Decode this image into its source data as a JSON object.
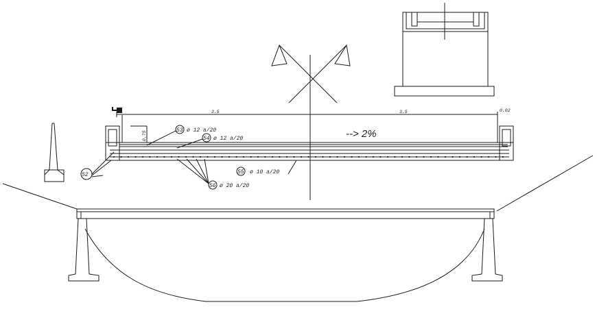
{
  "dimensions": {
    "left_span": "3.5",
    "right_span": "3.5",
    "edge": "0.02",
    "curb_height": "0.75"
  },
  "slope_label": "--> 2%",
  "rebar": {
    "r53": {
      "tag": "53",
      "text": "ø 12 a/20"
    },
    "r54": {
      "tag": "54",
      "text": "ø 12 a/20"
    },
    "r55": {
      "tag": "55",
      "text": "ø 10 a/20"
    },
    "r56": {
      "tag": "56",
      "text": "ø 20 a/20"
    },
    "r52": {
      "tag": "52"
    }
  }
}
